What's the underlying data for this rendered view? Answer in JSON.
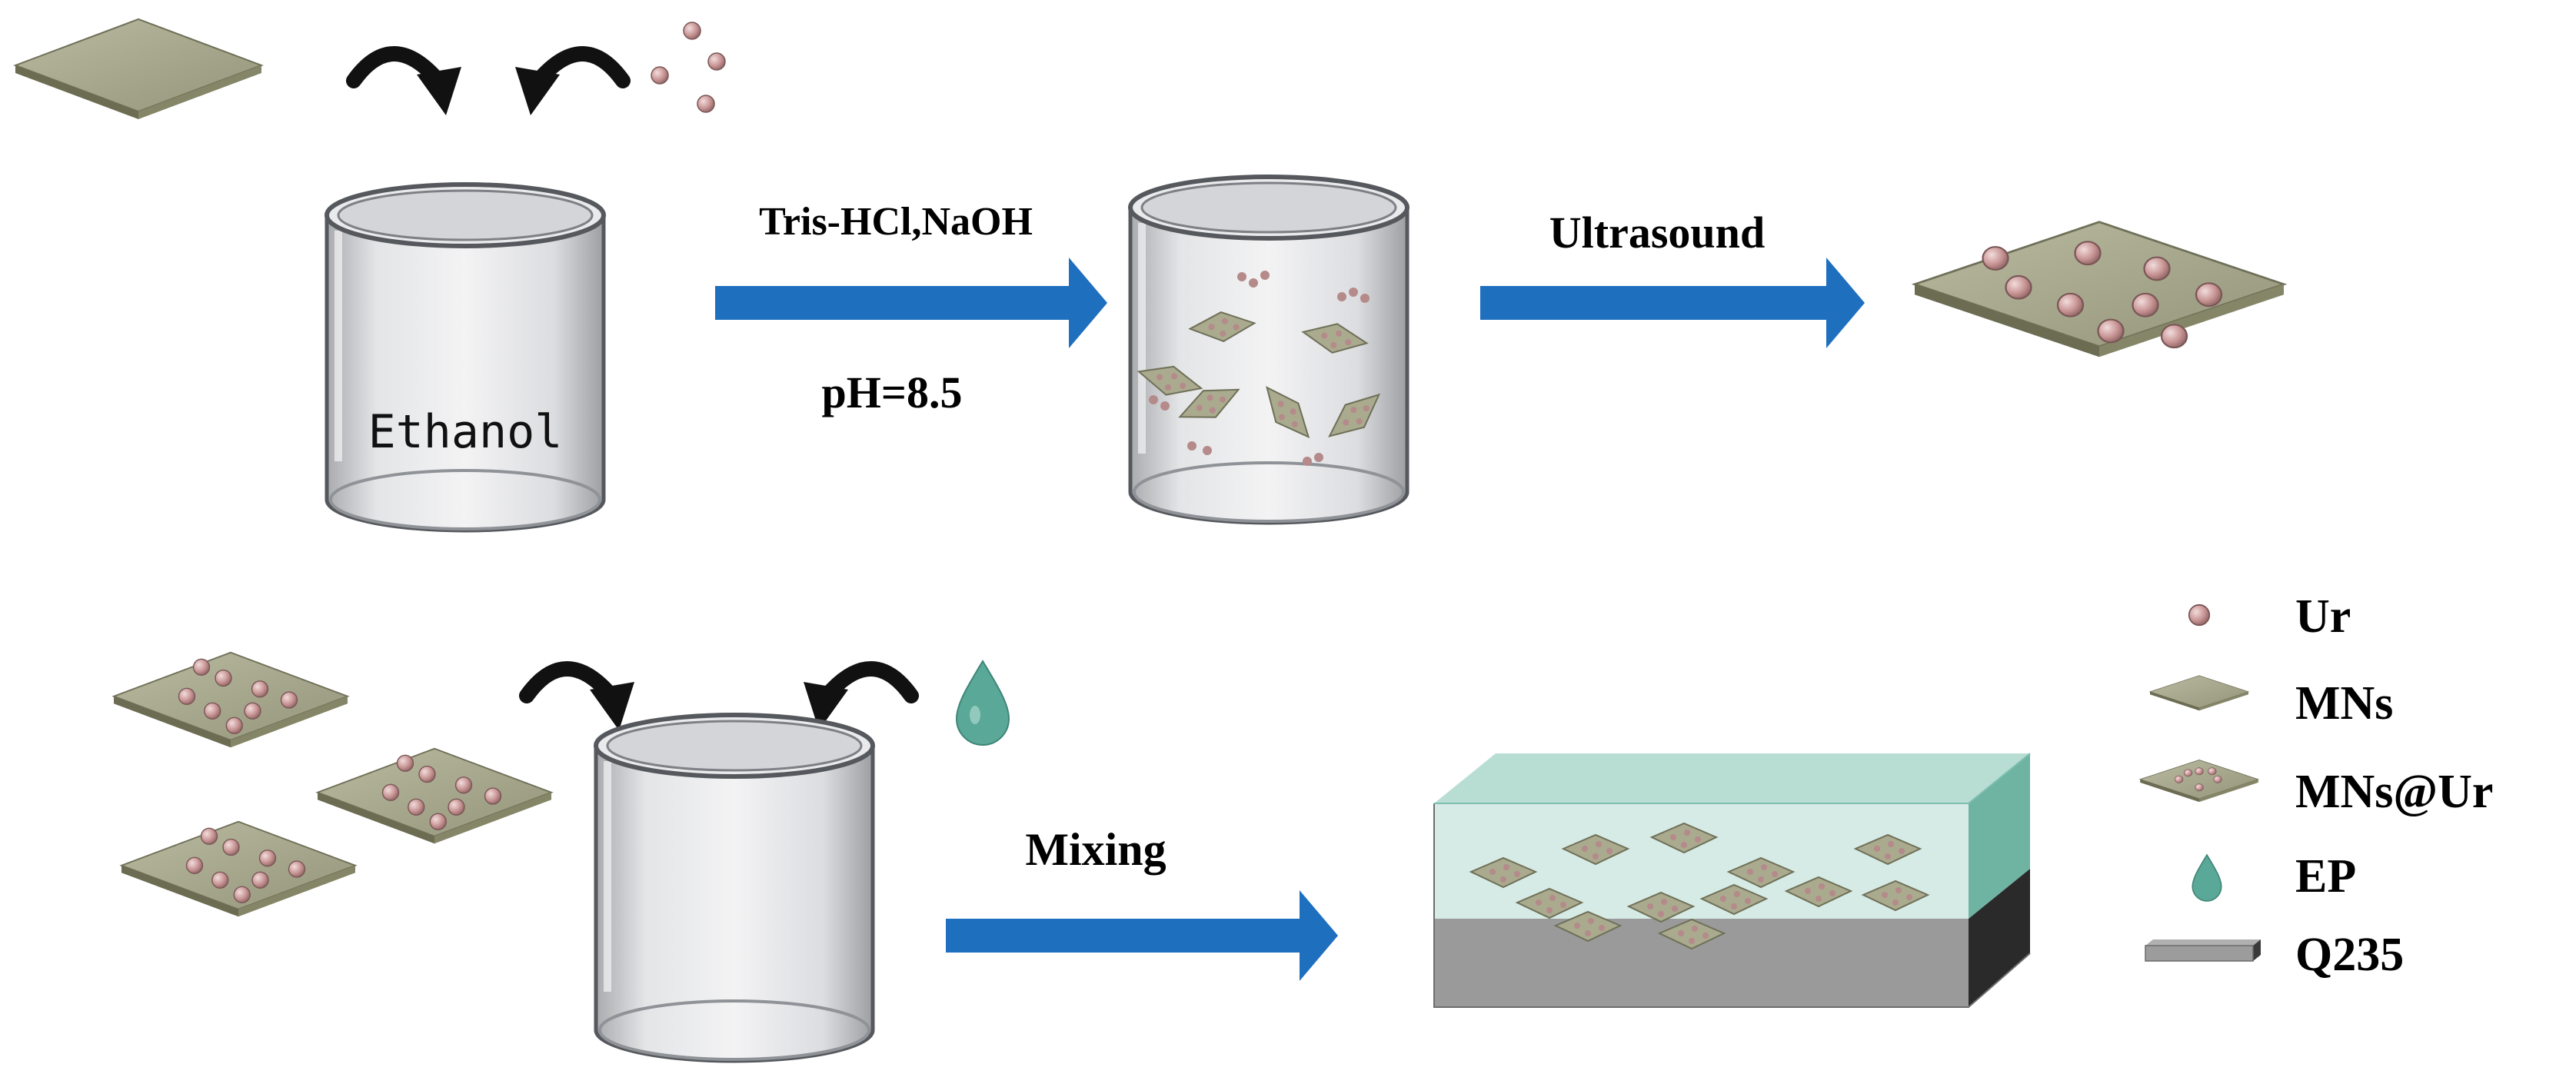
{
  "steps": {
    "reagent_label": "Tris-HCl,NaOH",
    "ph_label": "pH=8.5",
    "solvent_label": "Ethanol",
    "ultrasound_label": "Ultrasound",
    "mixing_label": "Mixing"
  },
  "legend": {
    "items": [
      {
        "key": "ur",
        "label": "Ur"
      },
      {
        "key": "mns",
        "label": "MNs"
      },
      {
        "key": "mns_ur",
        "label": "MNs@Ur"
      },
      {
        "key": "ep",
        "label": "EP"
      },
      {
        "key": "q235",
        "label": "Q235"
      }
    ]
  },
  "colors": {
    "arrow_blue": "#1f6fbf",
    "sheet": "#a3a488",
    "sheet_edge": "#7d7e62",
    "particle": "#c99a9a",
    "ep_drop": "#5aa898",
    "coating": "#b5ddd2",
    "steel": "#8c8c8c"
  }
}
